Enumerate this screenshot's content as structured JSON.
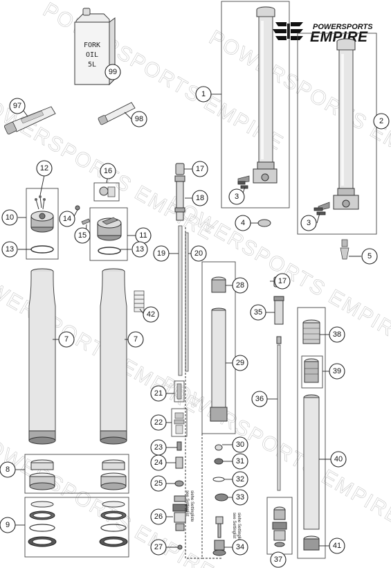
{
  "brand": {
    "top_label": "POWERSPORTS",
    "main_label": "EMPIRE"
  },
  "watermark_text": "POWERSPORTS EMPIRE",
  "oil_can": {
    "line1": "FORK",
    "line2": "OIL",
    "line3": "5L"
  },
  "settings_notes": [
    {
      "line1": "siehe Settingliste",
      "line2": "see Settinglist"
    },
    {
      "line1": "siehe Settingliste",
      "line2": "see Settinglist"
    }
  ],
  "callouts": [
    {
      "label": "1"
    },
    {
      "label": "2"
    },
    {
      "label": "3"
    },
    {
      "label": "3"
    },
    {
      "label": "4"
    },
    {
      "label": "5"
    },
    {
      "label": "7"
    },
    {
      "label": "7"
    },
    {
      "label": "8"
    },
    {
      "label": "9"
    },
    {
      "label": "10"
    },
    {
      "label": "11"
    },
    {
      "label": "12"
    },
    {
      "label": "13"
    },
    {
      "label": "13"
    },
    {
      "label": "14"
    },
    {
      "label": "15"
    },
    {
      "label": "16"
    },
    {
      "label": "17"
    },
    {
      "label": "17"
    },
    {
      "label": "18"
    },
    {
      "label": "19"
    },
    {
      "label": "20"
    },
    {
      "label": "21"
    },
    {
      "label": "22"
    },
    {
      "label": "23"
    },
    {
      "label": "24"
    },
    {
      "label": "25"
    },
    {
      "label": "26"
    },
    {
      "label": "27"
    },
    {
      "label": "28"
    },
    {
      "label": "29"
    },
    {
      "label": "30"
    },
    {
      "label": "31"
    },
    {
      "label": "32"
    },
    {
      "label": "33"
    },
    {
      "label": "34"
    },
    {
      "label": "35"
    },
    {
      "label": "36"
    },
    {
      "label": "37"
    },
    {
      "label": "38"
    },
    {
      "label": "39"
    },
    {
      "label": "40"
    },
    {
      "label": "41"
    },
    {
      "label": "42"
    },
    {
      "label": "97"
    },
    {
      "label": "98"
    },
    {
      "label": "99"
    }
  ]
}
